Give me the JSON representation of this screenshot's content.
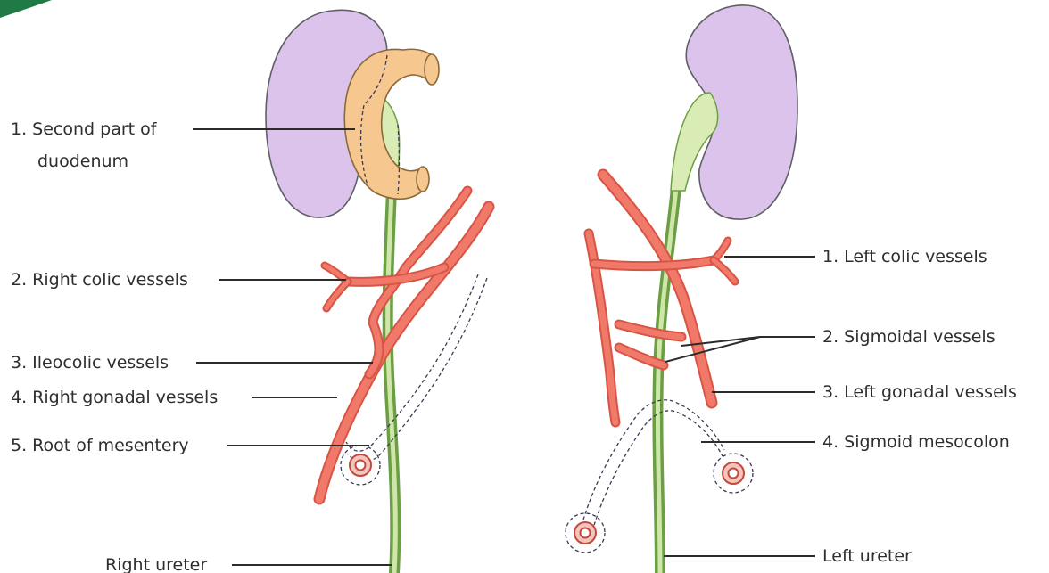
{
  "colors": {
    "kidney": "#dcc3ec",
    "duodenum": "#f6c88f",
    "ureter": "#6c9e45",
    "ureter_upper": "#d9ecb6",
    "vessel": "#f0796a",
    "vessel_edge": "#d85444",
    "lead": "#2b2b2b",
    "text": "#2e2e2e",
    "corner_badge": "#1f7a45"
  },
  "right_side": {
    "labels": [
      {
        "id": "second-part-duodenum-line1",
        "text": "1. Second part of"
      },
      {
        "id": "second-part-duodenum-line2",
        "text": "duodenum"
      },
      {
        "id": "right-colic-vessels",
        "text": "2. Right colic vessels"
      },
      {
        "id": "ileocolic-vessels",
        "text": "3. Ileocolic vessels"
      },
      {
        "id": "right-gonadal-vessels",
        "text": "4. Right gonadal vessels"
      },
      {
        "id": "root-of-mesentery",
        "text": "5. Root of mesentery"
      },
      {
        "id": "right-ureter",
        "text": "Right ureter"
      }
    ]
  },
  "left_side": {
    "labels": [
      {
        "id": "left-colic-vessels",
        "text": "1. Left colic vessels"
      },
      {
        "id": "sigmoidal-vessels",
        "text": "2. Sigmoidal vessels"
      },
      {
        "id": "left-gonadal-vessels",
        "text": "3. Left gonadal vessels"
      },
      {
        "id": "sigmoid-mesocolon",
        "text": "4. Sigmoid mesocolon"
      },
      {
        "id": "left-ureter",
        "text": "Left ureter"
      }
    ]
  }
}
